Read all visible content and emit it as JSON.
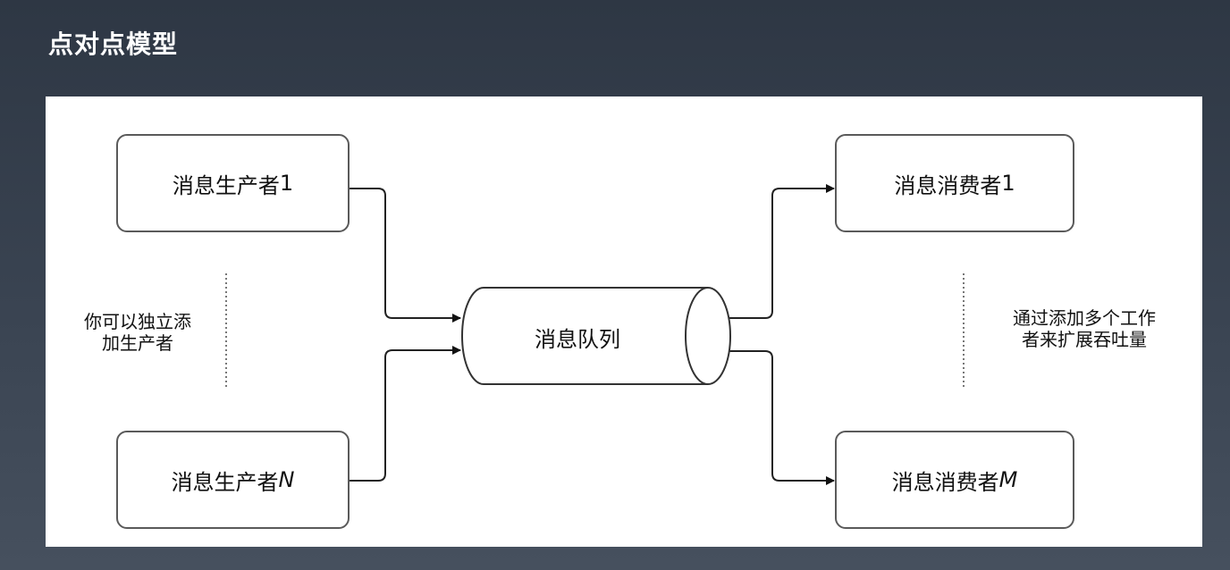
{
  "title": "点对点模型",
  "diagram": {
    "producers": [
      {
        "label": "消息生产者",
        "suffix": "1"
      },
      {
        "label": "消息生产者",
        "suffix": "N"
      }
    ],
    "queue": {
      "label": "消息队列"
    },
    "consumers": [
      {
        "label": "消息消费者",
        "suffix": "1"
      },
      {
        "label": "消息消费者",
        "suffix": "M"
      }
    ],
    "producer_note": {
      "line1": "你可以独立添",
      "line2": "加生产者"
    },
    "consumer_note": {
      "line1": "通过添加多个工作",
      "line2": "者来扩展吞吐量"
    }
  }
}
